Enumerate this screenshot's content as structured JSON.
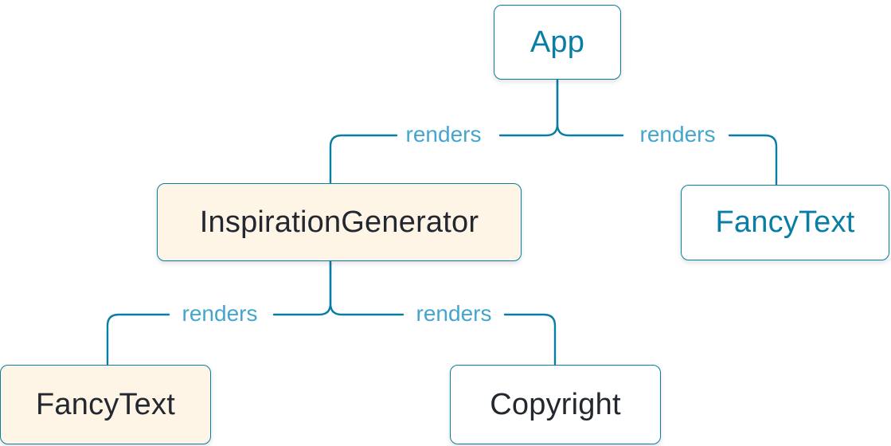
{
  "diagram": {
    "type": "render-tree",
    "nodes": [
      {
        "id": "app",
        "label": "App",
        "bg": "default",
        "text": "blue"
      },
      {
        "id": "inspiration-generator",
        "label": "InspirationGenerator",
        "bg": "highlighted",
        "text": "dark"
      },
      {
        "id": "fancy-text-top",
        "label": "FancyText",
        "bg": "default",
        "text": "blue"
      },
      {
        "id": "fancy-text-bottom",
        "label": "FancyText",
        "bg": "highlighted",
        "text": "dark"
      },
      {
        "id": "copyright",
        "label": "Copyright",
        "bg": "default",
        "text": "dark"
      }
    ],
    "edges": [
      {
        "from": "App",
        "to": "InspirationGenerator",
        "label": "renders"
      },
      {
        "from": "App",
        "to": "FancyText",
        "label": "renders"
      },
      {
        "from": "InspirationGenerator",
        "to": "FancyText",
        "label": "renders"
      },
      {
        "from": "InspirationGenerator",
        "to": "Copyright",
        "label": "renders"
      }
    ],
    "colors": {
      "edge_line": "#087EA4",
      "edge_label": "#44A6CC",
      "node_border": "#087EA4",
      "node_bg_default": "#FFFFFF",
      "node_bg_highlighted": "#FEF5E7",
      "node_text_blue": "#087EA4",
      "node_text_dark": "#23272F",
      "background": "#FFFFFF"
    }
  }
}
